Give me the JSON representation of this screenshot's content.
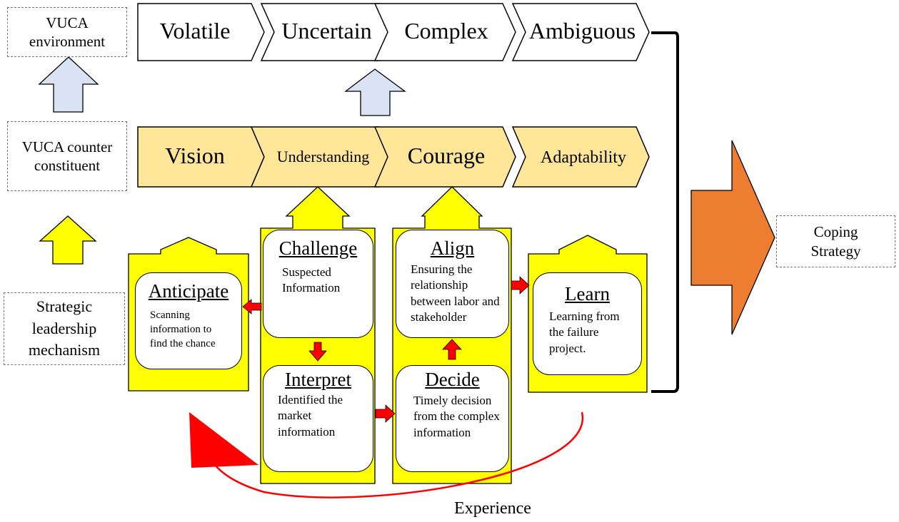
{
  "levels": {
    "environment": "VUCA environment",
    "counter": "VUCA counter constituent",
    "mechanism": "Strategic leadership mechanism"
  },
  "vuca": [
    "Volatile",
    "Uncertain",
    "Complex",
    "Ambiguous"
  ],
  "counter_constituents": [
    "Vision",
    "Understanding",
    "Courage",
    "Adaptability"
  ],
  "mechanisms": {
    "anticipate": {
      "title": "Anticipate",
      "text": "Scanning information to find the chance"
    },
    "challenge": {
      "title": "Challenge",
      "text": "Suspected Information"
    },
    "interpret": {
      "title": "Interpret",
      "text": "Identified the market information"
    },
    "align": {
      "title": "Align",
      "text": "Ensuring the relationship between labor and stakeholder"
    },
    "decide": {
      "title": "Decide",
      "text": "Timely decision from the complex information"
    },
    "learn": {
      "title": "Learn",
      "text": "Learning from the failure project."
    }
  },
  "outcome": "Coping Strategy",
  "feedback_label": "Experience",
  "colors": {
    "chevron_fill": "#ffe699",
    "yellow": "#ffff00",
    "blue_arrow": "#dae3f3",
    "red_arrow": "#ff0000",
    "big_arrow": "#ed7d31"
  }
}
